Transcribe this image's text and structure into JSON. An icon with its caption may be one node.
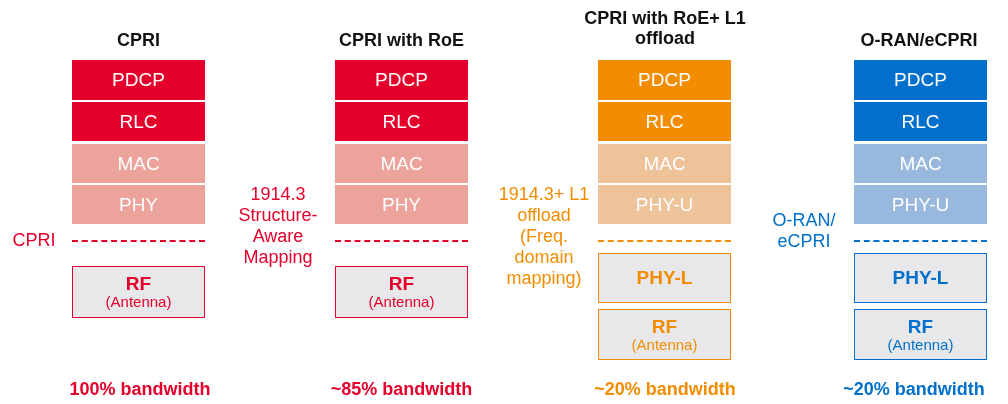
{
  "diagram": {
    "nodes": [
      {
        "text": [
          "PDCP"
        ]
      },
      {
        "text": [
          "RLC"
        ]
      },
      {
        "text": [
          "MAC"
        ]
      },
      {
        "text": [
          "PHY"
        ]
      },
      {
        "text": [
          "RF",
          "(Antenna)"
        ]
      },
      {
        "text": [
          "PDCP"
        ]
      },
      {
        "text": [
          "RLC"
        ]
      },
      {
        "text": [
          "MAC"
        ]
      },
      {
        "text": [
          "PHY"
        ]
      },
      {
        "text": [
          "RF",
          "(Antenna)"
        ]
      },
      {
        "text": [
          "PDCP"
        ]
      },
      {
        "text": [
          "RLC"
        ]
      },
      {
        "text": [
          "MAC"
        ]
      },
      {
        "text": [
          "PHY-U"
        ]
      },
      {
        "text": [
          "PHY-L"
        ]
      },
      {
        "text": [
          "RF",
          "(Antenna)"
        ]
      },
      {
        "text": [
          "PDCP"
        ]
      },
      {
        "text": [
          "RLC"
        ]
      },
      {
        "text": [
          "MAC"
        ]
      },
      {
        "text": [
          "PHY-U"
        ]
      },
      {
        "text": [
          "PHY-L"
        ]
      },
      {
        "text": [
          "RF",
          "(Antenna)"
        ]
      }
    ],
    "edges": [],
    "labels": [
      "CPRI",
      "CPRI with RoE",
      "CPRI with RoE+ L1 offload",
      "O-RAN/eCPRI",
      "CPRI",
      "1914.3 Structure-Aware Mapping",
      "1914.3+ L1 offload (Freq. domain mapping)",
      "O-RAN/ eCPRI",
      "100% bandwidth",
      "~85% bandwidth",
      "~20% bandwidth",
      "~20% bandwidth"
    ]
  }
}
